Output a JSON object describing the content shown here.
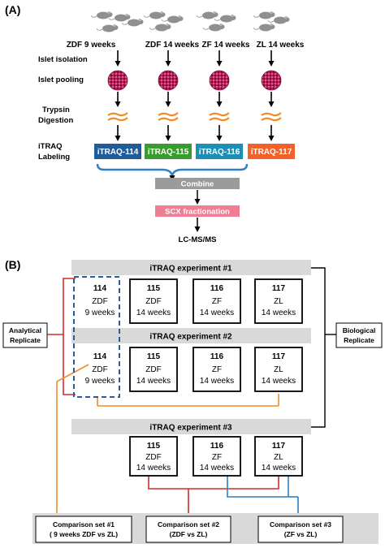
{
  "panel_a": {
    "label": "(A)",
    "groups": [
      {
        "name": "ZDF 9 weeks",
        "tag": "iTRAQ-114",
        "color": "#1f5c99"
      },
      {
        "name": "ZDF 14 weeks",
        "tag": "iTRAQ-115",
        "color": "#3a9b2f"
      },
      {
        "name": "ZF 14 weeks",
        "tag": "iTRAQ-116",
        "color": "#1b8fb6"
      },
      {
        "name": "ZL 14 weeks",
        "tag": "iTRAQ-117",
        "color": "#f2612a"
      }
    ],
    "steps": {
      "islet_isolation": "Islet isolation",
      "islet_pooling": "Islet pooling",
      "trypsin_line1": "Trypsin",
      "trypsin_line2": "Digestion",
      "itraq_line1": "iTRAQ",
      "itraq_line2": "Labeling"
    },
    "combine": "Combine",
    "scx": "SCX fractionation",
    "lcms": "LC-MS/MS",
    "colors": {
      "combine": "#9b9b9b",
      "scx": "#ef7d94",
      "islet": "#c2185b",
      "trypsin": "#f28c28"
    }
  },
  "panel_b": {
    "label": "(B)",
    "experiment_1": "iTRAQ experiment #1",
    "experiment_2": "iTRAQ experiment #2",
    "experiment_3": "iTRAQ experiment #3",
    "samples": [
      {
        "tag": "114",
        "line1": "ZDF",
        "line2": "9 weeks"
      },
      {
        "tag": "115",
        "line1": "ZDF",
        "line2": "14 weeks"
      },
      {
        "tag": "116",
        "line1": "ZF",
        "line2": "14 weeks"
      },
      {
        "tag": "117",
        "line1": "ZL",
        "line2": "14 weeks"
      }
    ],
    "analytical_line1": "Analytical",
    "analytical_line2": "Replicate",
    "biological_line1": "Biological",
    "biological_line2": "Replicate",
    "comparison_1_line1": "Comparison set #1",
    "comparison_1_line2": "( 9 weeks ZDF vs ZL)",
    "comparison_2_line1": "Comparison set #2",
    "comparison_2_line2": "(ZDF vs ZL)",
    "comparison_3_line1": "Comparison set #3",
    "comparison_3_line2": "(ZF vs ZL)",
    "colors": {
      "orange": "#f28c28",
      "red": "#d62a2a",
      "blue": "#2f7fc1",
      "dashed": "#2a5d9a",
      "banner": "#d9d9d9"
    }
  }
}
